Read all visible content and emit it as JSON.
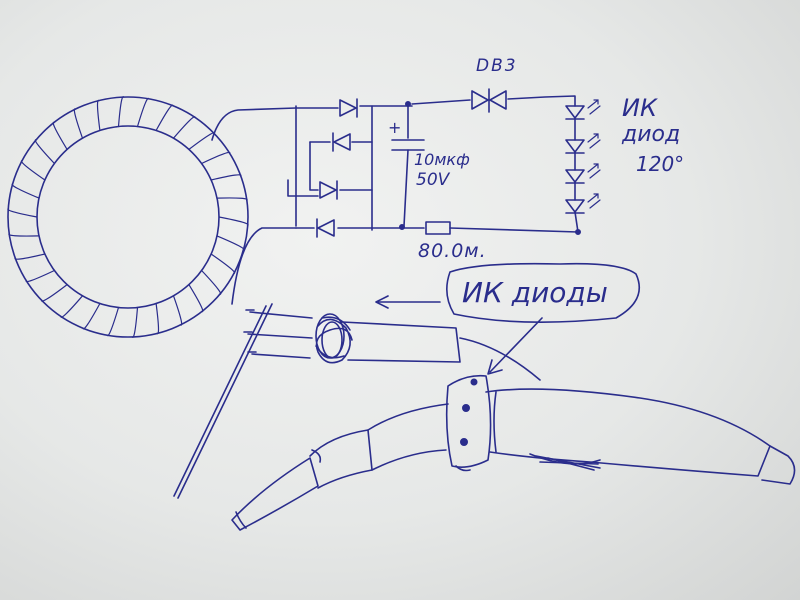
{
  "labels": {
    "diac": "DB3",
    "ir_title_1": "ИК",
    "ir_title_2": "диод",
    "ir_title_3": "120°",
    "capacitor_value": "10мкф",
    "capacitor_voltage": "50V",
    "capacitor_plus": "+",
    "resistor_value": "80.0м.",
    "callout": "ИК диоды"
  },
  "colors": {
    "ink": "#2a2d8c",
    "paper": "#eceeed"
  }
}
